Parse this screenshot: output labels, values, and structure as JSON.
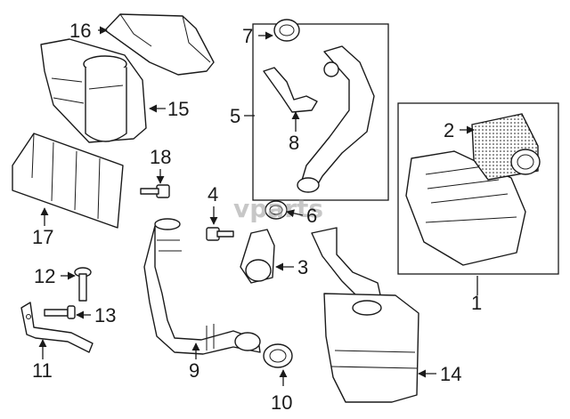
{
  "labels": {
    "l1": "1",
    "l2": "2",
    "l3": "3",
    "l4": "4",
    "l5": "5",
    "l6": "6",
    "l7": "7",
    "l8": "8",
    "l9": "9",
    "l10": "10",
    "l11": "11",
    "l12": "12",
    "l13": "13",
    "l14": "14",
    "l15": "15",
    "l16": "16",
    "l17": "17",
    "l18": "18"
  },
  "watermark": "vparts",
  "colors": {
    "line": "#1a1a1a",
    "background": "#ffffff",
    "watermark": "#9a9a9a"
  }
}
